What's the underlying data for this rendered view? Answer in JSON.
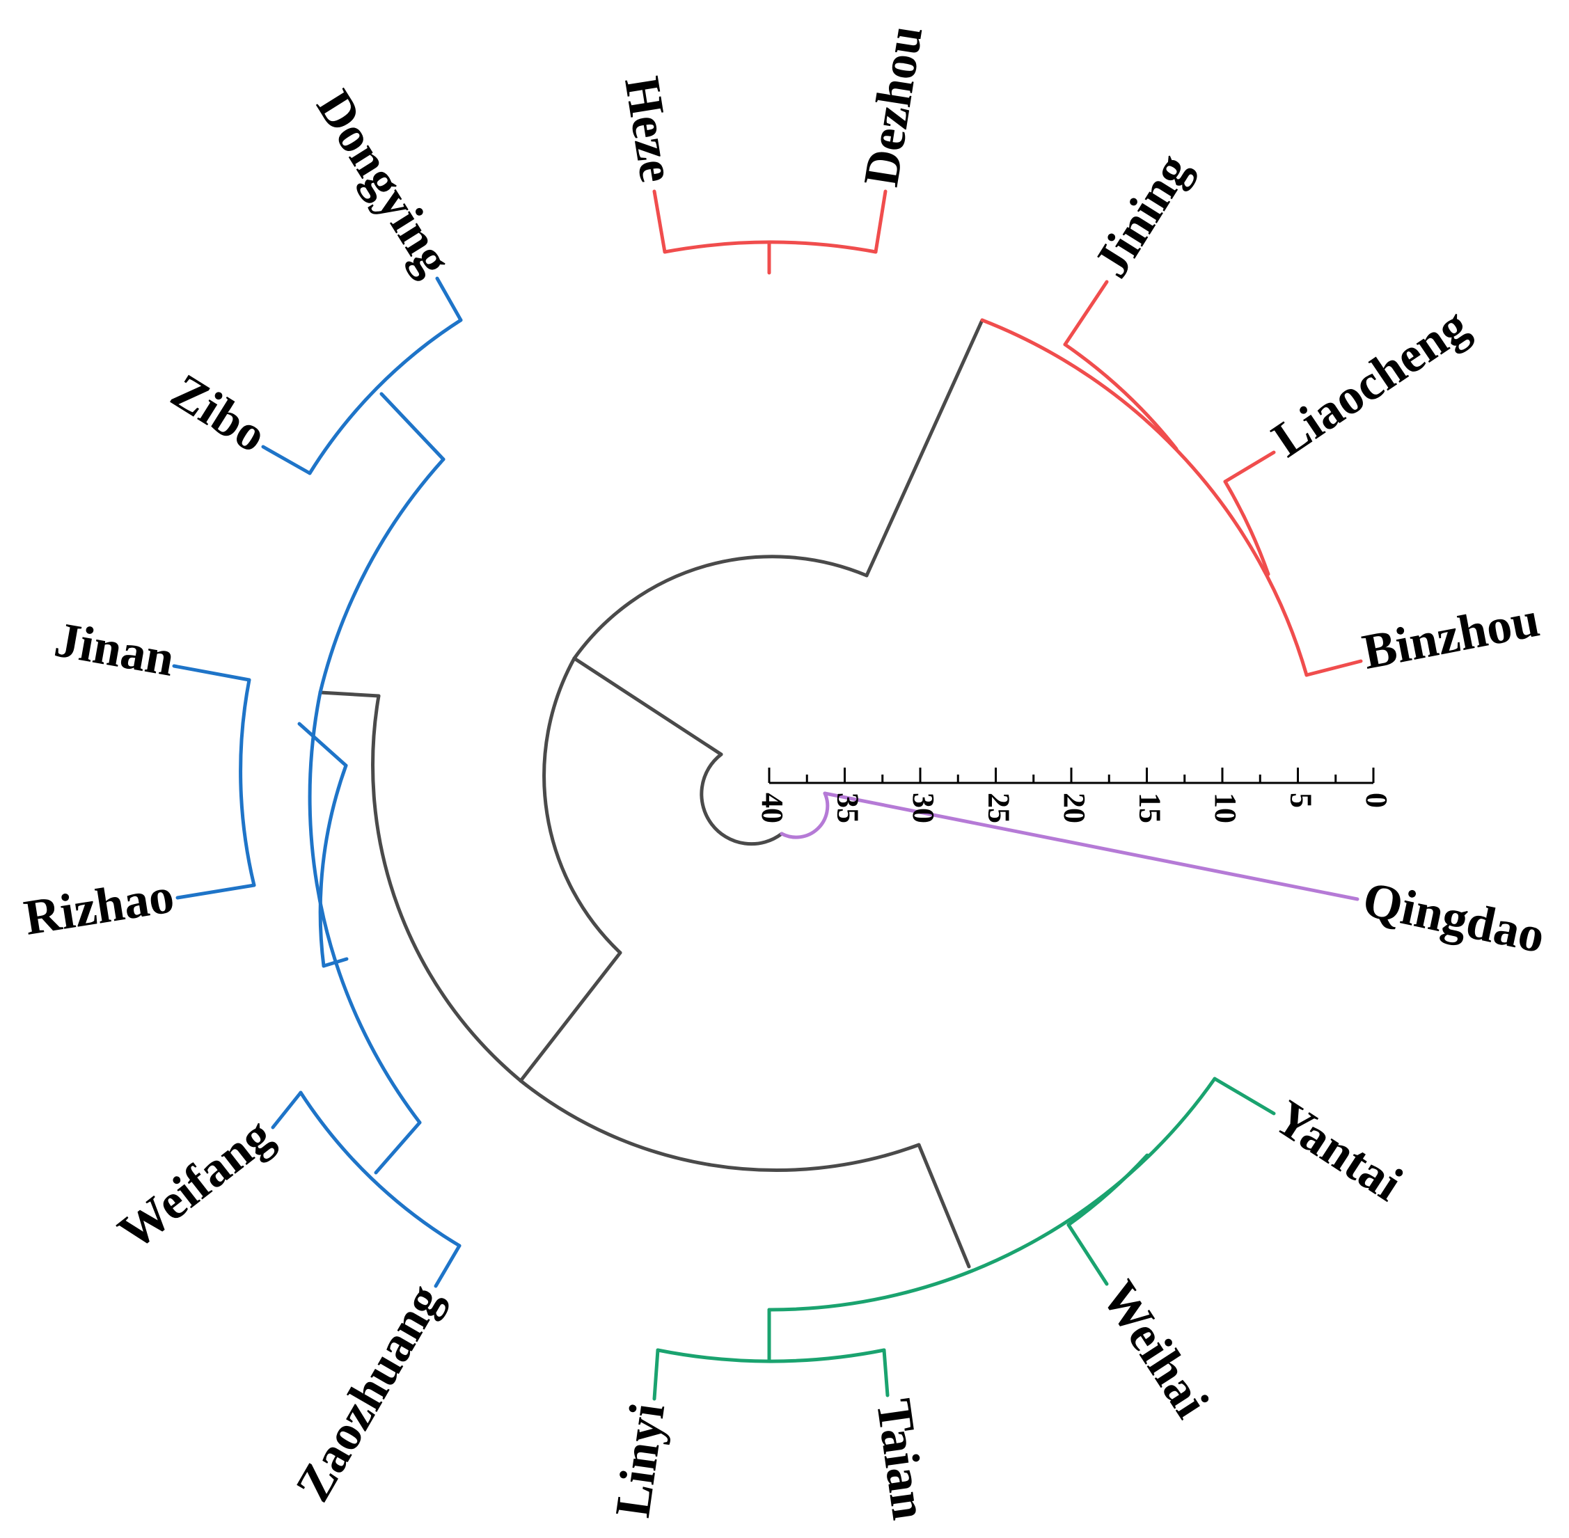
{
  "figure": {
    "colors": {
      "red": "#f04d4d",
      "blue": "#1e74c8",
      "green": "#1aa36f",
      "purple": "#b57ad6",
      "gray": "#4a4a4a",
      "axis": "#000000"
    },
    "axis": {
      "ticks": [
        "40",
        "35",
        "30",
        "25",
        "20",
        "15",
        "10",
        "5",
        "0"
      ],
      "range": [
        40,
        0
      ]
    },
    "clusters": [
      {
        "name": "red",
        "color": "#f04d4d",
        "leaves": [
          "Heze",
          "Dezhou",
          "Jining",
          "Liaocheng",
          "Binzhou"
        ]
      },
      {
        "name": "blue",
        "color": "#1e74c8",
        "leaves": [
          "Dongying",
          "Zibo",
          "Jinan",
          "Rizhao",
          "Weifang",
          "Zaozhuang"
        ]
      },
      {
        "name": "green",
        "color": "#1aa36f",
        "leaves": [
          "Yantai",
          "Weihai",
          "Taian",
          "Linyi"
        ]
      },
      {
        "name": "purple",
        "color": "#b57ad6",
        "leaves": [
          "Qingdao"
        ]
      }
    ],
    "leaves": {
      "heze": "Heze",
      "dezhou": "Dezhou",
      "jining": "Jining",
      "liaocheng": "Liaocheng",
      "binzhou": "Binzhou",
      "dongying": "Dongying",
      "zibo": "Zibo",
      "jinan": "Jinan",
      "rizhao": "Rizhao",
      "weifang": "Weifang",
      "zaozhuang": "Zaozhuang",
      "yantai": "Yantai",
      "weihai": "Weihai",
      "taian": "Taian",
      "linyi": "Linyi",
      "qingdao": "Qingdao"
    }
  }
}
